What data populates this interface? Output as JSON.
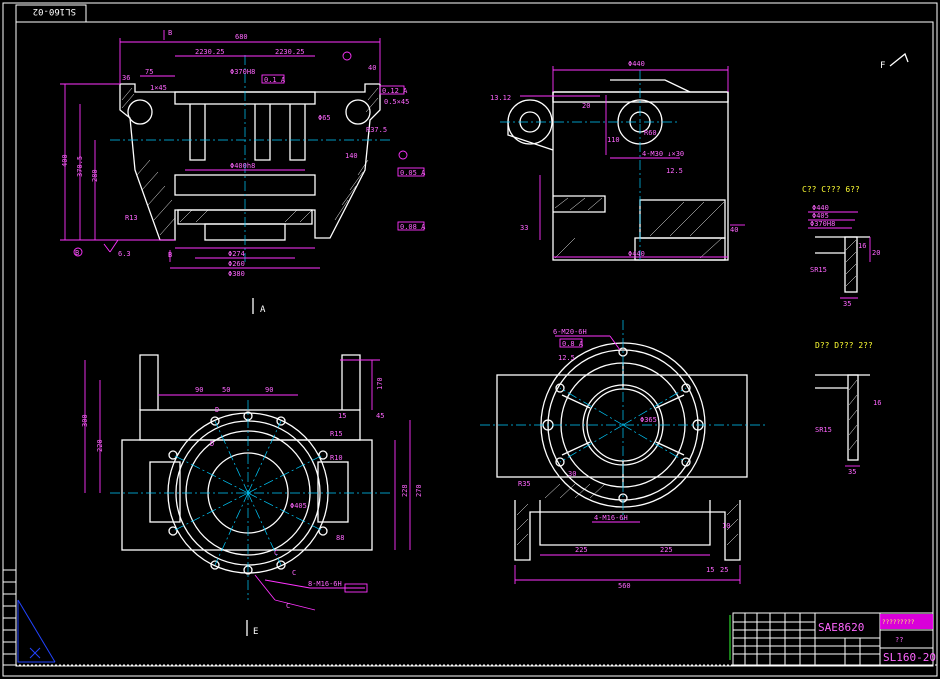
{
  "drawing": {
    "stamp_text": "SL160-02",
    "view_labels": {
      "a_view": "A",
      "e_view": "E",
      "b_mark": "B",
      "c_mark": "C",
      "d_mark": "D",
      "f_mark": "F"
    },
    "detail_titles": {
      "c_detail": "C?? C??? 6??",
      "d_detail": "D?? D??? 2??"
    },
    "title_block": {
      "material": "SAE8620",
      "part_no": "SL160-20",
      "sheet_mark": "??",
      "company": "?????????"
    },
    "front_view": {
      "overall_width": "680",
      "half_width_left": "2230.25",
      "half_width_right": "2230.25",
      "bore_top": "Φ370H8",
      "bore_mid": "Φ400h8",
      "bore_low": "Φ274",
      "bore_bottom": "Φ380",
      "bore_small": "Φ260",
      "height_total": "400",
      "height_1": "370.5",
      "height_2": "280",
      "radius_1": "R13",
      "radius_2": "R37.5",
      "chamfer_1": "1×45",
      "chamfer_2": "0.5×45",
      "tol_1": "0.1 A",
      "tol_2": "0.12 A",
      "tol_3": "0.05 A",
      "tol_4": "0.08 A",
      "dim_75": "75",
      "dim_36": "36",
      "dim_40": "40",
      "dim_140": "140",
      "dim_65": "Φ65",
      "dim_6_3": "6.3"
    },
    "side_view": {
      "overall_width": "Φ440",
      "bottom_width": "Φ440",
      "dim_1": "13.12",
      "dim_2": "4-M30 ↓×30",
      "dim_3": "R60",
      "dim_4": "12.5",
      "dim_5": "110",
      "dim_6": "20",
      "dim_7": "40",
      "dim_8": "33"
    },
    "top_view": {
      "dim_90a": "90",
      "dim_90b": "90",
      "dim_50": "50",
      "dim_300": "300",
      "dim_220": "220",
      "dim_170": "170",
      "dim_270": "270",
      "dim_228": "228",
      "radius_r10": "R10",
      "radius_r15": "R15",
      "bore": "Φ405",
      "thread": "8-M16-6H",
      "dim_45": "45",
      "dim_15": "15",
      "dim_88": "88"
    },
    "bottom_view": {
      "thread_top": "6-M20-6H",
      "tol": "0.8 A",
      "roughness": "12.5",
      "bore": "Φ365",
      "dim_225a": "225",
      "dim_225b": "225",
      "overall": "560",
      "thread_bottom": "4-M16-6H",
      "radius": "R35",
      "dim_15": "15",
      "dim_25": "25",
      "dim_10": "10",
      "dim_30": "30"
    },
    "detail_c": {
      "d1": "Φ440",
      "d2": "Φ405",
      "d3": "Φ370H8",
      "radius": "SR15",
      "dim_35": "35",
      "dim_20": "20",
      "dim_16": "16"
    },
    "detail_d": {
      "radius": "SR15",
      "dim_35": "35",
      "dim_16": "16"
    }
  }
}
